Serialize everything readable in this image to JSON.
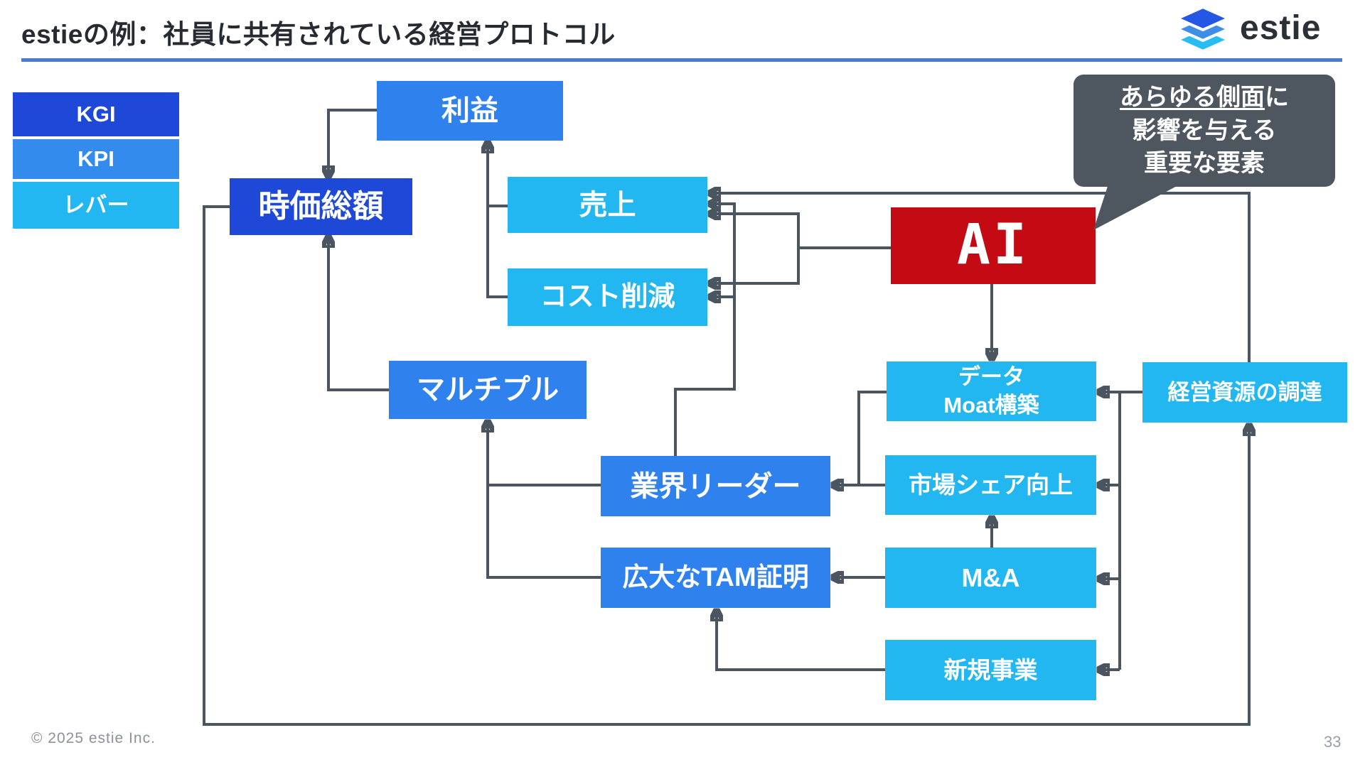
{
  "slide": {
    "title": "estieの例：社員に共有されている経営プロトコル",
    "footer": "© 2025 estie Inc.",
    "page_number": "33"
  },
  "logo": {
    "text": "estie"
  },
  "legend": {
    "items": [
      {
        "label": "KGI"
      },
      {
        "label": "KPI"
      },
      {
        "label": "レバー"
      }
    ]
  },
  "nodes": {
    "rieki": {
      "label": "利益"
    },
    "jika_sogaku": {
      "label": "時価総額"
    },
    "uriage": {
      "label": "売上"
    },
    "cost_sakugen": {
      "label": "コスト削減"
    },
    "ai": {
      "label": "AI"
    },
    "multiple": {
      "label": "マルチプル"
    },
    "data_moat": {
      "line1": "データ",
      "line2": "Moat構築"
    },
    "keiei_shigen": {
      "label": "経営資源の調達"
    },
    "gyokai_leader": {
      "label": "業界リーダー"
    },
    "shijo_share": {
      "label": "市場シェア向上"
    },
    "kodai_tam": {
      "label": "広大なTAM証明"
    },
    "ma": {
      "label": "M&A"
    },
    "shinki_jigyo": {
      "label": "新規事業"
    }
  },
  "callout": {
    "line1_underlined": "あらゆる側面",
    "line1_rest": "に",
    "line2": "影響を与える",
    "line3": "重要な要素"
  },
  "colors": {
    "kgi_dark_blue": "#1e49d8",
    "kpi_blue": "#338bee",
    "lever_cyan": "#22b7f0",
    "node_mid_blue": "#2f82ee",
    "ai_red": "#c40a12",
    "connector_gray": "#4a5560",
    "callout_gray": "#4e565f",
    "header_rule_blue": "#4d7ad1"
  }
}
